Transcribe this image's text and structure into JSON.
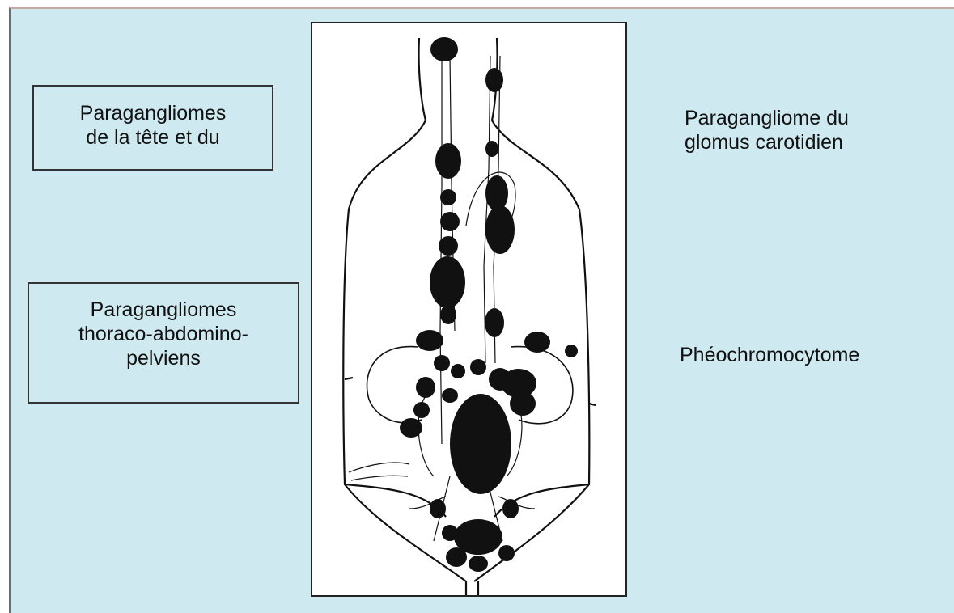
{
  "labels": {
    "head_neck": [
      "Paragangliomes",
      "de la tête et du"
    ],
    "thoraco_abdomino_pelvic": [
      "Paragangliomes",
      "thoraco-abdomino-",
      "pelviens"
    ],
    "carotid_body": [
      "Paragangliome du",
      "glomus carotidien"
    ],
    "pheochromocytoma": "Phéochromocytome"
  },
  "colors": {
    "background": "#cfe9f1",
    "ink": "#111111",
    "figure_bg": "#ffffff"
  }
}
